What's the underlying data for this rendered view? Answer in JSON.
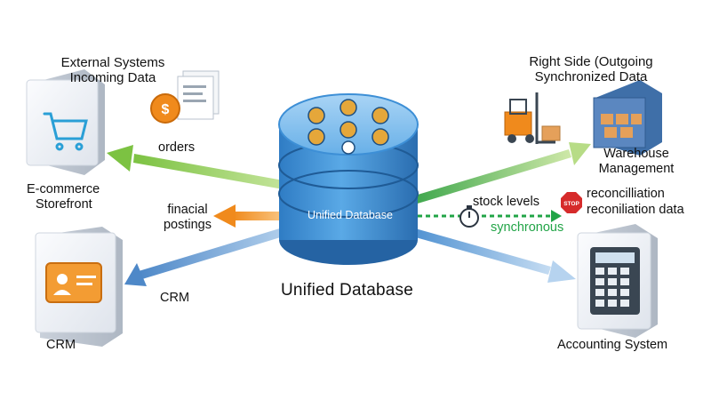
{
  "diagram": {
    "center_title": "Unified Database",
    "database_label": "Unified Database",
    "left_header": {
      "line1": "External Systems",
      "line2": "Incoming Data"
    },
    "right_header": {
      "line1": "Right Side (Outgoing",
      "line2": "Synchronized Data"
    },
    "nodes": {
      "ecommerce": {
        "line1": "E-commerce",
        "line2": "Storefront"
      },
      "crm": "CRM",
      "warehouse": {
        "line1": "Warehouse",
        "line2": "Management"
      },
      "accounting": "Accounting System"
    },
    "flows": {
      "orders": "orders",
      "financial": {
        "line1": "finacial",
        "line2": "postings"
      },
      "crm_flow": "CRM",
      "stock": "stock levels",
      "sync": "synchronous",
      "recon1": "reconcilliation",
      "recon2": "reconiliation data",
      "stop": "STOP"
    },
    "colors": {
      "green_arrow": "#8cc63f",
      "orange_arrow": "#f39c33",
      "blue_arrow": "#6a9fd4",
      "db_blue": "#3d8fd6",
      "sync_dash": "#22a447",
      "stop_red": "#d62b2b"
    },
    "icons": {
      "ecommerce": "shopping-cart-icon",
      "crm": "contact-card-icon",
      "warehouse": "warehouse-boxes-icon",
      "accounting": "calculator-icon",
      "forklift": "forklift-icon",
      "invoice": "invoice-coin-icon",
      "timer": "stopwatch-icon",
      "stop": "stop-sign-icon"
    }
  }
}
